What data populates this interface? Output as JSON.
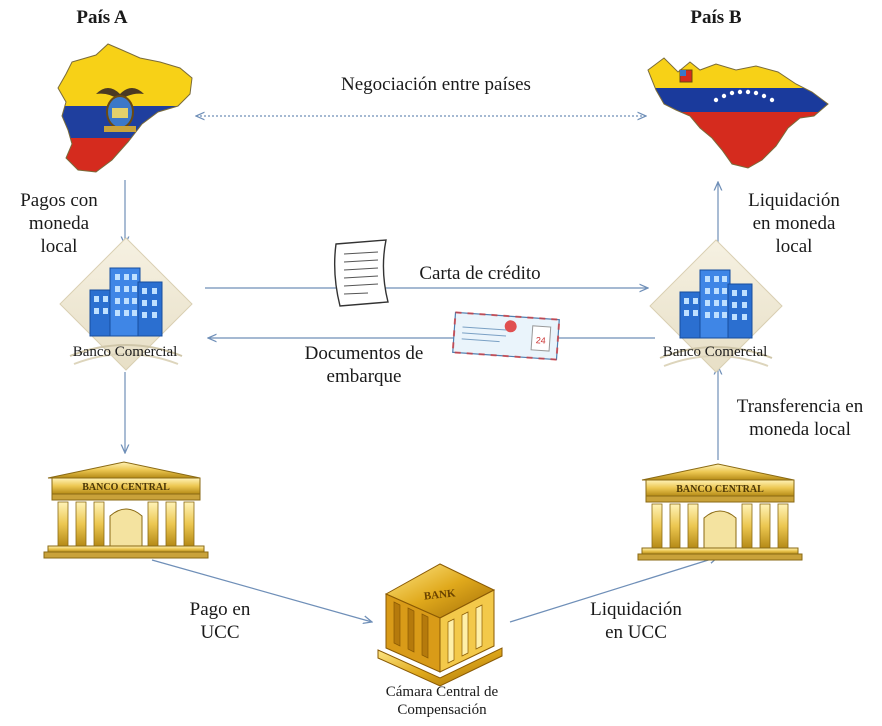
{
  "countries": {
    "a": {
      "title": "País A",
      "flag_colors": [
        "#f7d117",
        "#1f3f9e",
        "#d52b1e"
      ]
    },
    "b": {
      "title": "País B",
      "flag_colors": [
        "#f7d117",
        "#1a3a9c",
        "#d52b1e"
      ]
    }
  },
  "flows": {
    "negotiation": "Negociación entre países",
    "payments_local": "Pagos con\nmoneda\nlocal",
    "letter_of_credit": "Carta de crédito",
    "shipping_docs": "Documentos de\nembarque",
    "settlement_local": "Liquidación\nen moneda\nlocal",
    "transfer_local": "Transferencia en\nmoneda local",
    "payment_ucc": "Pago en\nUCC",
    "settlement_ucc": "Liquidación\nen UCC"
  },
  "nodes": {
    "commercial_bank_a": "Banco Comercial",
    "commercial_bank_b": "Banco Comercial",
    "central_bank_sign_a": "BANCO CENTRAL",
    "central_bank_sign_b": "BANCO CENTRAL",
    "clearing_house": "Cámara Central de\nCompensación",
    "clearing_house_sign": "BANK"
  },
  "documents": {
    "stamp_number": "24"
  },
  "icons": {
    "map_a": "ecuador-map-icon",
    "map_b": "venezuela-map-icon",
    "commercial_bank": "office-building-icon",
    "central_bank": "classical-bank-building-icon",
    "clearing_house": "gold-bank-icon",
    "letter": "document-icon",
    "envelope": "envelope-icon"
  },
  "colors": {
    "arrow": "#6f8fb8",
    "gold": "#e9c24a",
    "gold_dark": "#b58a16",
    "building_blue": "#2b6fd0"
  }
}
